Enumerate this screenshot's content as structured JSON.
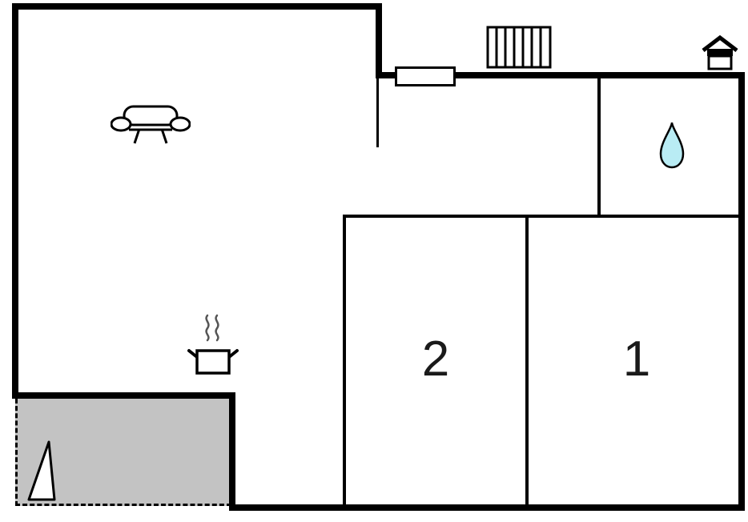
{
  "plan": {
    "name": "holiday-home-floor-plan",
    "rooms": [
      {
        "id": "room-2",
        "label": "2"
      },
      {
        "id": "room-1",
        "label": "1"
      }
    ],
    "icons": [
      {
        "name": "sofa-icon",
        "meaning": "living room sofa"
      },
      {
        "name": "radiator-icon",
        "meaning": "radiator / heater"
      },
      {
        "name": "door-icon",
        "meaning": "entrance door"
      },
      {
        "name": "entrance-house-icon",
        "meaning": "house / entrance marker"
      },
      {
        "name": "water-drop-icon",
        "meaning": "bathroom / water"
      },
      {
        "name": "cooking-pot-icon",
        "meaning": "kitchen"
      },
      {
        "name": "north-arrow-icon",
        "meaning": "terrace arrow"
      }
    ],
    "colors": {
      "wall": "#000000",
      "background": "#ffffff",
      "terrace_fill": "#c3c3c3",
      "water_drop_fill": "#b9ecf4"
    }
  }
}
